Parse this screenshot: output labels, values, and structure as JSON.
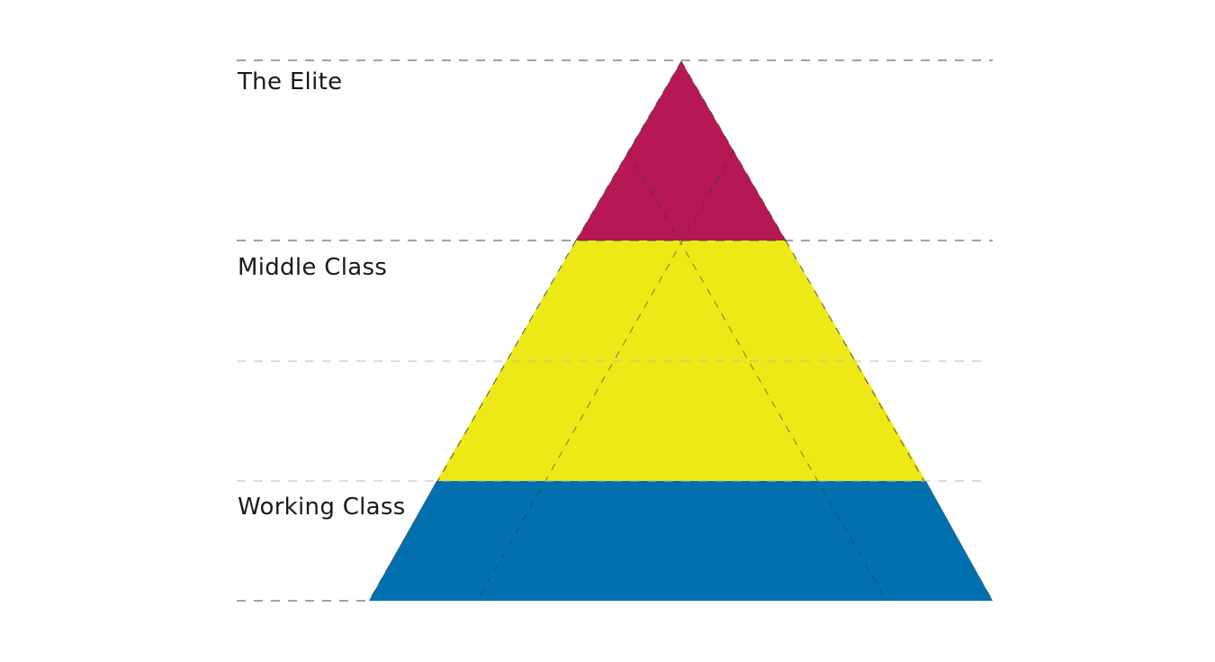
{
  "diagram": {
    "levels": [
      {
        "label": "The Elite",
        "color": "#b51854"
      },
      {
        "label": "Middle Class",
        "color": "#ede917"
      },
      {
        "label": "Working Class",
        "color": "#0071ae"
      }
    ]
  }
}
